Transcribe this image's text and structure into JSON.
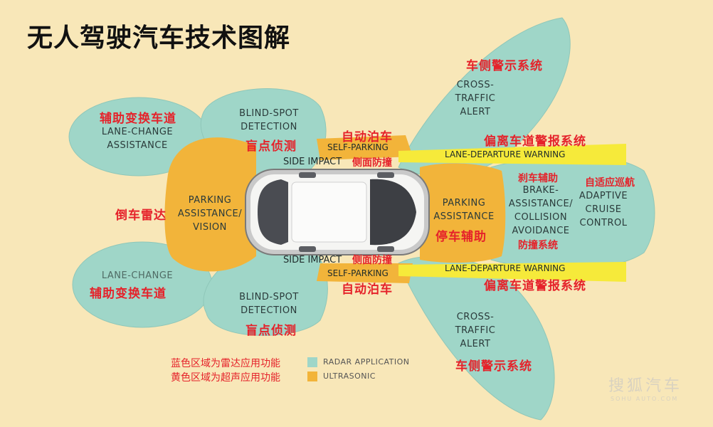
{
  "title": "无人驾驶汽车技术图解",
  "colors": {
    "background": "#f8e7b8",
    "radar": "#9fd6c8",
    "ultrasonic": "#f2b43a",
    "lane_band": "#f6ea3a",
    "chinese_label": "#e5222a"
  },
  "regions": {
    "lane_change_top": {
      "en": [
        "LANE-CHANGE",
        "ASSISTANCE"
      ],
      "cn": "辅助变换车道"
    },
    "lane_change_bottom": {
      "en": [
        "LANE-CHANGE"
      ],
      "cn": "辅助变换车道"
    },
    "blind_spot_top": {
      "en": [
        "BLIND-SPOT",
        "DETECTION"
      ],
      "cn": "盲点侦测"
    },
    "blind_spot_bottom": {
      "en": [
        "BLIND-SPOT",
        "DETECTION"
      ],
      "cn": "盲点侦测"
    },
    "parking_rear": {
      "en": [
        "PARKING",
        "ASSISTANCE/",
        "VISION"
      ],
      "cn": "倒车雷达"
    },
    "side_impact_top": {
      "en": "SIDE IMPACT",
      "cn": "侧面防撞"
    },
    "side_impact_bottom": {
      "en": "SIDE IMPACT",
      "cn": "侧面防撞"
    },
    "self_parking_top": {
      "en": "SELF-PARKING",
      "cn": "自动泊车"
    },
    "self_parking_bottom": {
      "en": "SELF-PARKING",
      "cn": "自动泊车"
    },
    "parking_front": {
      "en": [
        "PARKING",
        "ASSISTANCE"
      ],
      "cn": "停车辅助"
    },
    "cross_traffic_top": {
      "en": [
        "CROSS-",
        "TRAFFIC",
        "ALERT"
      ],
      "cn": "车侧警示系统"
    },
    "cross_traffic_bottom": {
      "en": [
        "CROSS-",
        "TRAFFIC",
        "ALERT"
      ],
      "cn": "车侧警示系统"
    },
    "lane_departure_top": {
      "en": "LANE-DEPARTURE WARNING",
      "cn": "偏离车道警报系统"
    },
    "lane_departure_bottom": {
      "en": "LANE-DEPARTURE WARNING",
      "cn": "偏离车道警报系统"
    },
    "brake_assist": {
      "en": [
        "BRAKE-",
        "ASSISTANCE/",
        "COLLISION",
        "AVOIDANCE"
      ],
      "cn_top": "刹车辅助",
      "cn_bottom": "防撞系统"
    },
    "adaptive_cruise": {
      "en": [
        "ADAPTIVE",
        "CRUISE",
        "CONTROL"
      ],
      "cn": "自适应巡航"
    }
  },
  "legend": [
    {
      "cn": "蓝色区域为雷达应用功能",
      "en": "RADAR APPLICATION",
      "color": "#9fd6c8"
    },
    {
      "cn": "黄色区域为超声应用功能",
      "en": "ULTRASONIC",
      "color": "#f2b43a"
    }
  ],
  "watermark": {
    "text": "搜狐汽车",
    "sub": "SOHU AUTO.COM"
  }
}
